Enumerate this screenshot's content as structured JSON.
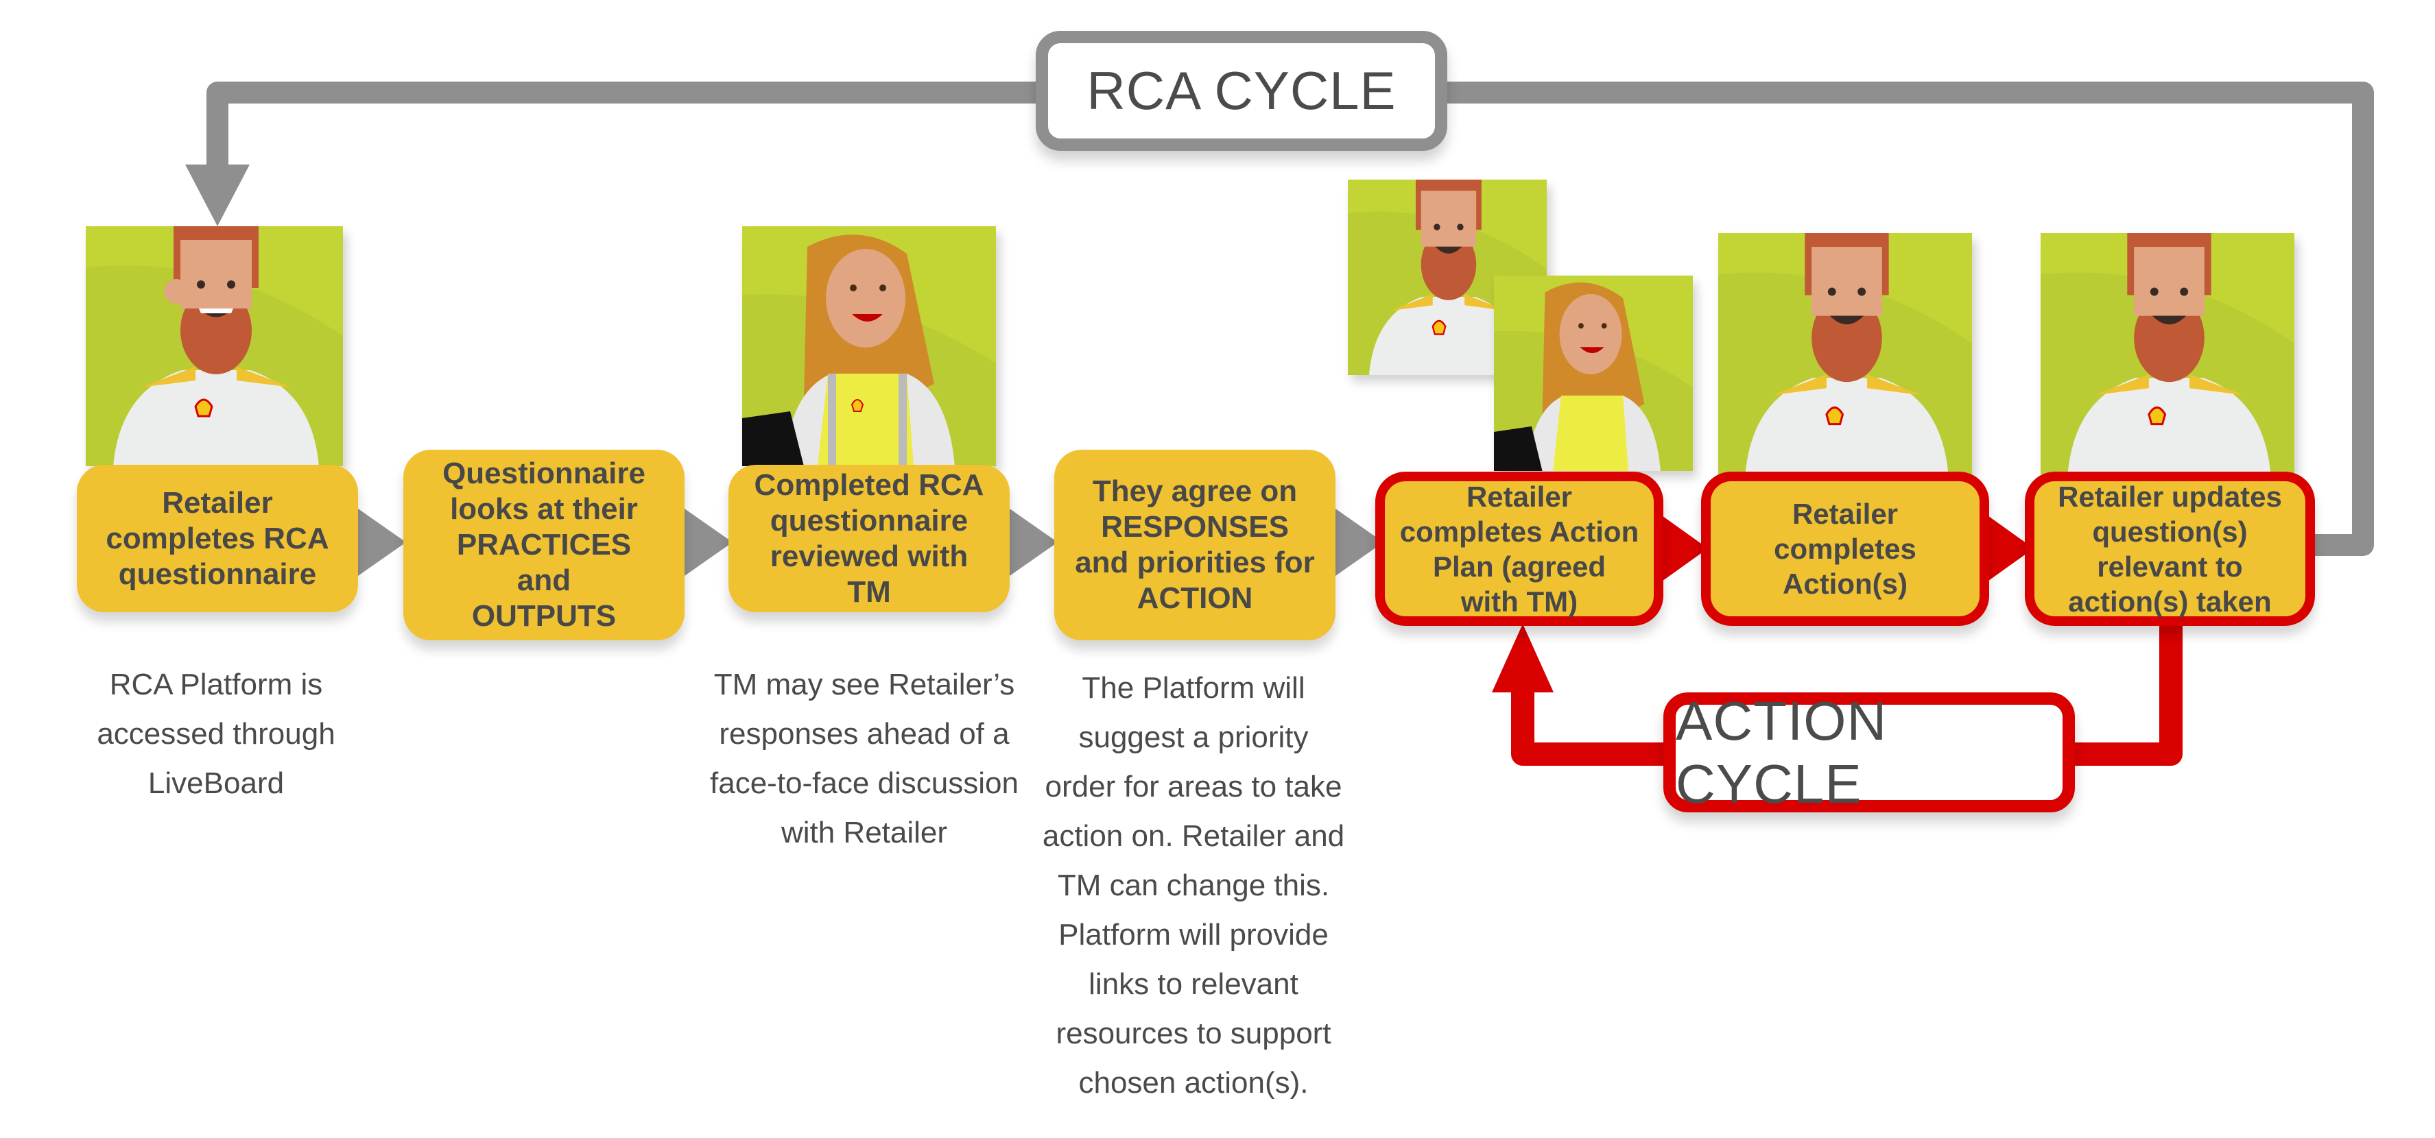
{
  "diagram": {
    "rca_cycle_label": "RCA CYCLE",
    "action_cycle_label": "ACTION CYCLE",
    "colors": {
      "step_fill": "#f0c232",
      "action_border": "#d90000",
      "rca_connector": "#8f8f8f",
      "photo_background": "#c3d534",
      "text": "#484848"
    },
    "steps": [
      {
        "text": "Retailer\ncompletes RCA\nquestionnaire",
        "cycle": "rca",
        "photo": "retailer"
      },
      {
        "text": "Questionnaire\nlooks at their\nPRACTICES\nand\nOUTPUTS",
        "cycle": "rca",
        "photo": "none"
      },
      {
        "text": "Completed RCA\nquestionnaire\nreviewed with\nTM",
        "cycle": "rca",
        "photo": "territory-manager"
      },
      {
        "text": "They agree on\nRESPONSES\nand priorities for\nACTION",
        "cycle": "rca",
        "photo": "none"
      },
      {
        "text": "Retailer\ncompletes Action\nPlan (agreed\nwith TM)",
        "cycle": "action",
        "photo": "retailer-and-territory-manager"
      },
      {
        "text": "Retailer\ncompletes\nAction(s)",
        "cycle": "action",
        "photo": "retailer"
      },
      {
        "text": "Retailer updates\nquestion(s)\nrelevant to\naction(s) taken",
        "cycle": "action",
        "photo": "retailer"
      }
    ],
    "notes": [
      {
        "step": 1,
        "text": "RCA Platform is\naccessed through\nLiveBoard"
      },
      {
        "step": 3,
        "text": "TM may see Retailer’s\nresponses ahead of a\nface-to-face discussion\nwith Retailer"
      },
      {
        "step": 4,
        "text": "The Platform will\nsuggest a priority\norder for areas to take\naction on.  Retailer and\nTM can change this.\nPlatform will provide\nlinks to relevant\nresources to support\nchosen action(s)."
      }
    ]
  }
}
